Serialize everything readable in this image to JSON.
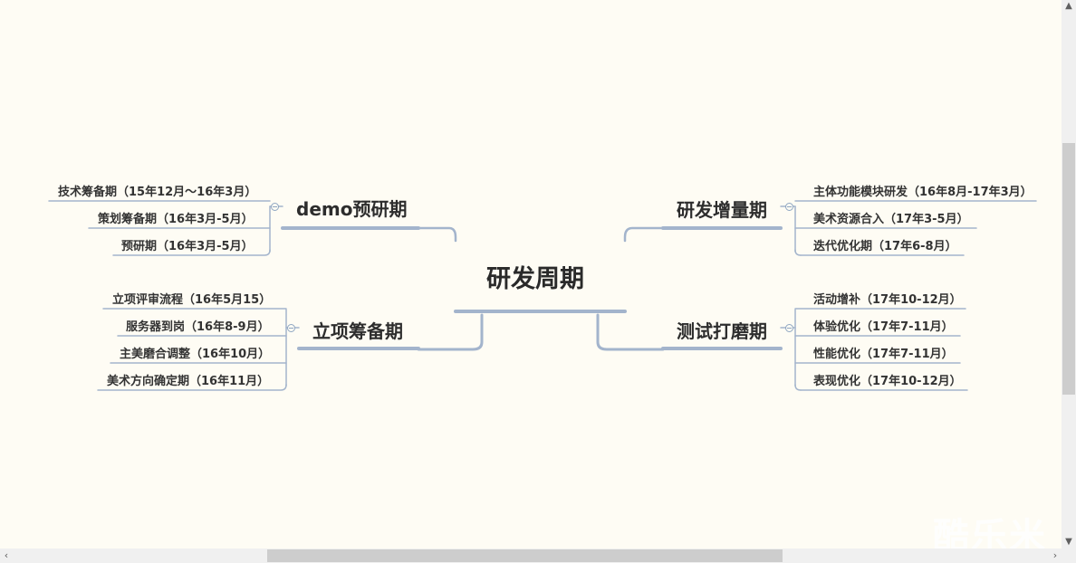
{
  "mindmap": {
    "root": "研发周期",
    "branches": [
      {
        "label": "demo预研期",
        "children": [
          "技术筹备期（15年12月～16年3月）",
          "策划筹备期（16年3月-5月）",
          "预研期（16年3月-5月）"
        ]
      },
      {
        "label": "立项筹备期",
        "children": [
          "立项评审流程（16年5月15）",
          "服务器到岗（16年8-9月）",
          "主美磨合调整（16年10月）",
          "美术方向确定期（16年11月）"
        ]
      },
      {
        "label": "研发增量期",
        "children": [
          "主体功能模块研发（16年8月-17年3月）",
          "美术资源合入（17年3-5月）",
          "迭代优化期（17年6-8月）"
        ]
      },
      {
        "label": "测试打磨期",
        "children": [
          "活动增补（17年10-12月）",
          "体验优化（17年7-11月）",
          "性能优化（17年7-11月）",
          "表现优化（17年10-12月）"
        ]
      }
    ]
  },
  "watermark": "酷乐米",
  "scrollbars": {
    "up_arrow": "▲",
    "down_arrow": "▼",
    "left_arrow": "‹",
    "right_arrow": "›"
  },
  "colors": {
    "background": "#fefcf4",
    "connector": "#a3b4cc",
    "text": "#333333"
  }
}
